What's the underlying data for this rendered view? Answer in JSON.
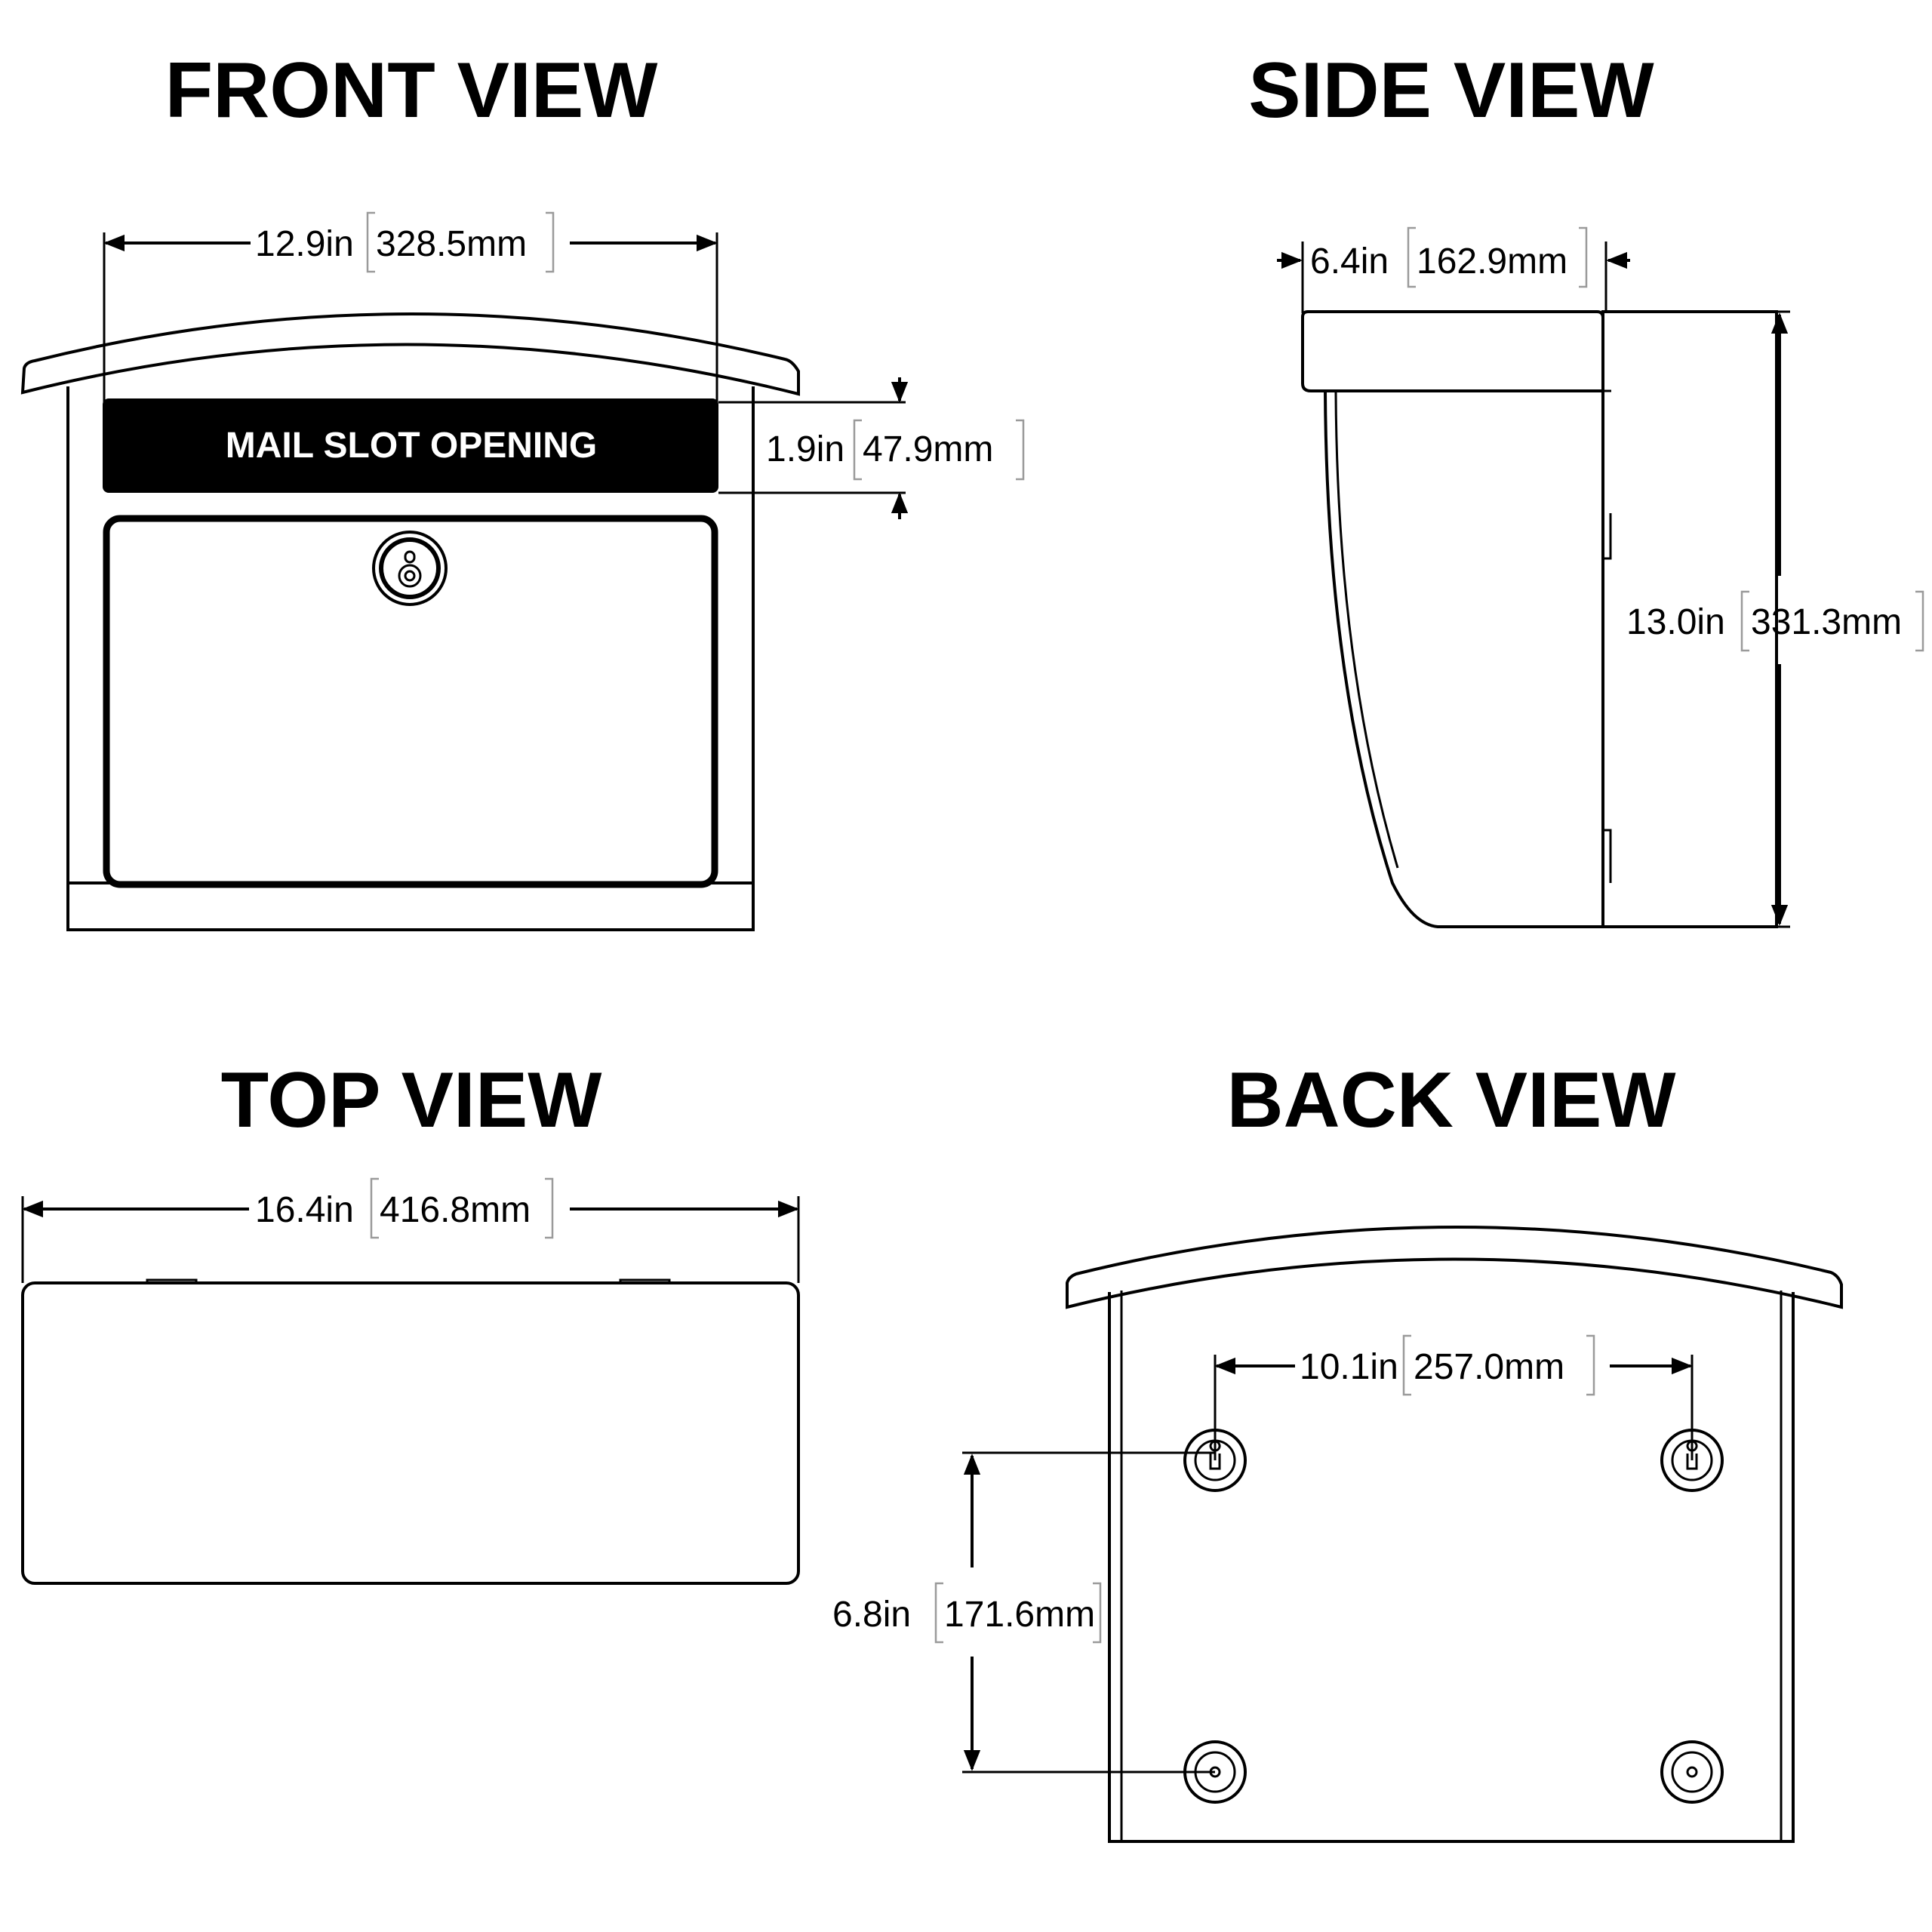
{
  "views": {
    "front": {
      "title": "FRONT VIEW",
      "width_in": "12.9in",
      "width_mm": "328.5mm",
      "slot_label": "MAIL SLOT OPENING",
      "slot_in": "1.9in",
      "slot_mm": "47.9mm"
    },
    "side": {
      "title": "SIDE VIEW",
      "depth_in": "6.4in",
      "depth_mm": "162.9mm",
      "height_in": "13.0in",
      "height_mm": "331.3mm"
    },
    "top": {
      "title": "TOP VIEW",
      "width_in": "16.4in",
      "width_mm": "416.8mm"
    },
    "back": {
      "title": "BACK VIEW",
      "hole_spacing_h_in": "10.1in",
      "hole_spacing_h_mm": "257.0mm",
      "hole_spacing_v_in": "6.8in",
      "hole_spacing_v_mm": "171.6mm"
    }
  }
}
